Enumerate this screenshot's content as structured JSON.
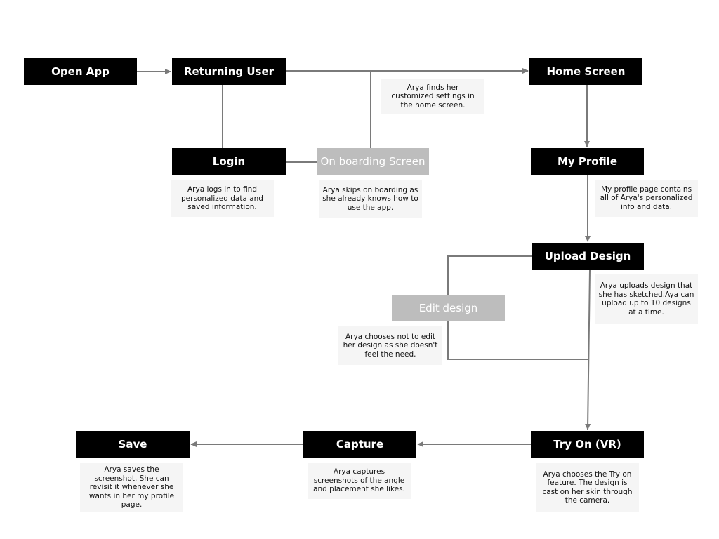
{
  "nodes": {
    "open_app": "Open App",
    "returning_user": "Returning User",
    "home_screen": "Home Screen",
    "login": "Login",
    "onboarding_screen": "On boarding Screen",
    "my_profile": "My Profile",
    "upload_design": "Upload Design",
    "edit_design": "Edit design",
    "save": "Save",
    "capture": "Capture",
    "try_on": "Try On (VR)"
  },
  "notes": {
    "home_settings": "Arya finds her customized settings in the home screen.",
    "login": "Arya logs in to find personalized data and saved information.",
    "onboarding": "Arya skips on boarding as she already knows how to use the app.",
    "my_profile": "My profile page contains all of Arya's personalized info and data.",
    "upload_design": "Arya uploads design that she has sketched.Aya can upload up to 10 designs at a time.",
    "edit_design": "Arya chooses not to edit her design as she doesn't feel the need.",
    "save": "Arya saves the screenshot. She can revisit it whenever she wants in her my profile page.",
    "capture": "Arya captures screenshots of the angle and placement she likes.",
    "try_on": "Arya chooses the Try on feature. The design is cast on her skin through the camera."
  },
  "colors": {
    "box": "#000000",
    "box_disabled": "#bdbdbd",
    "connector": "#7a7a7a",
    "note_bg": "#f5f5f5"
  }
}
